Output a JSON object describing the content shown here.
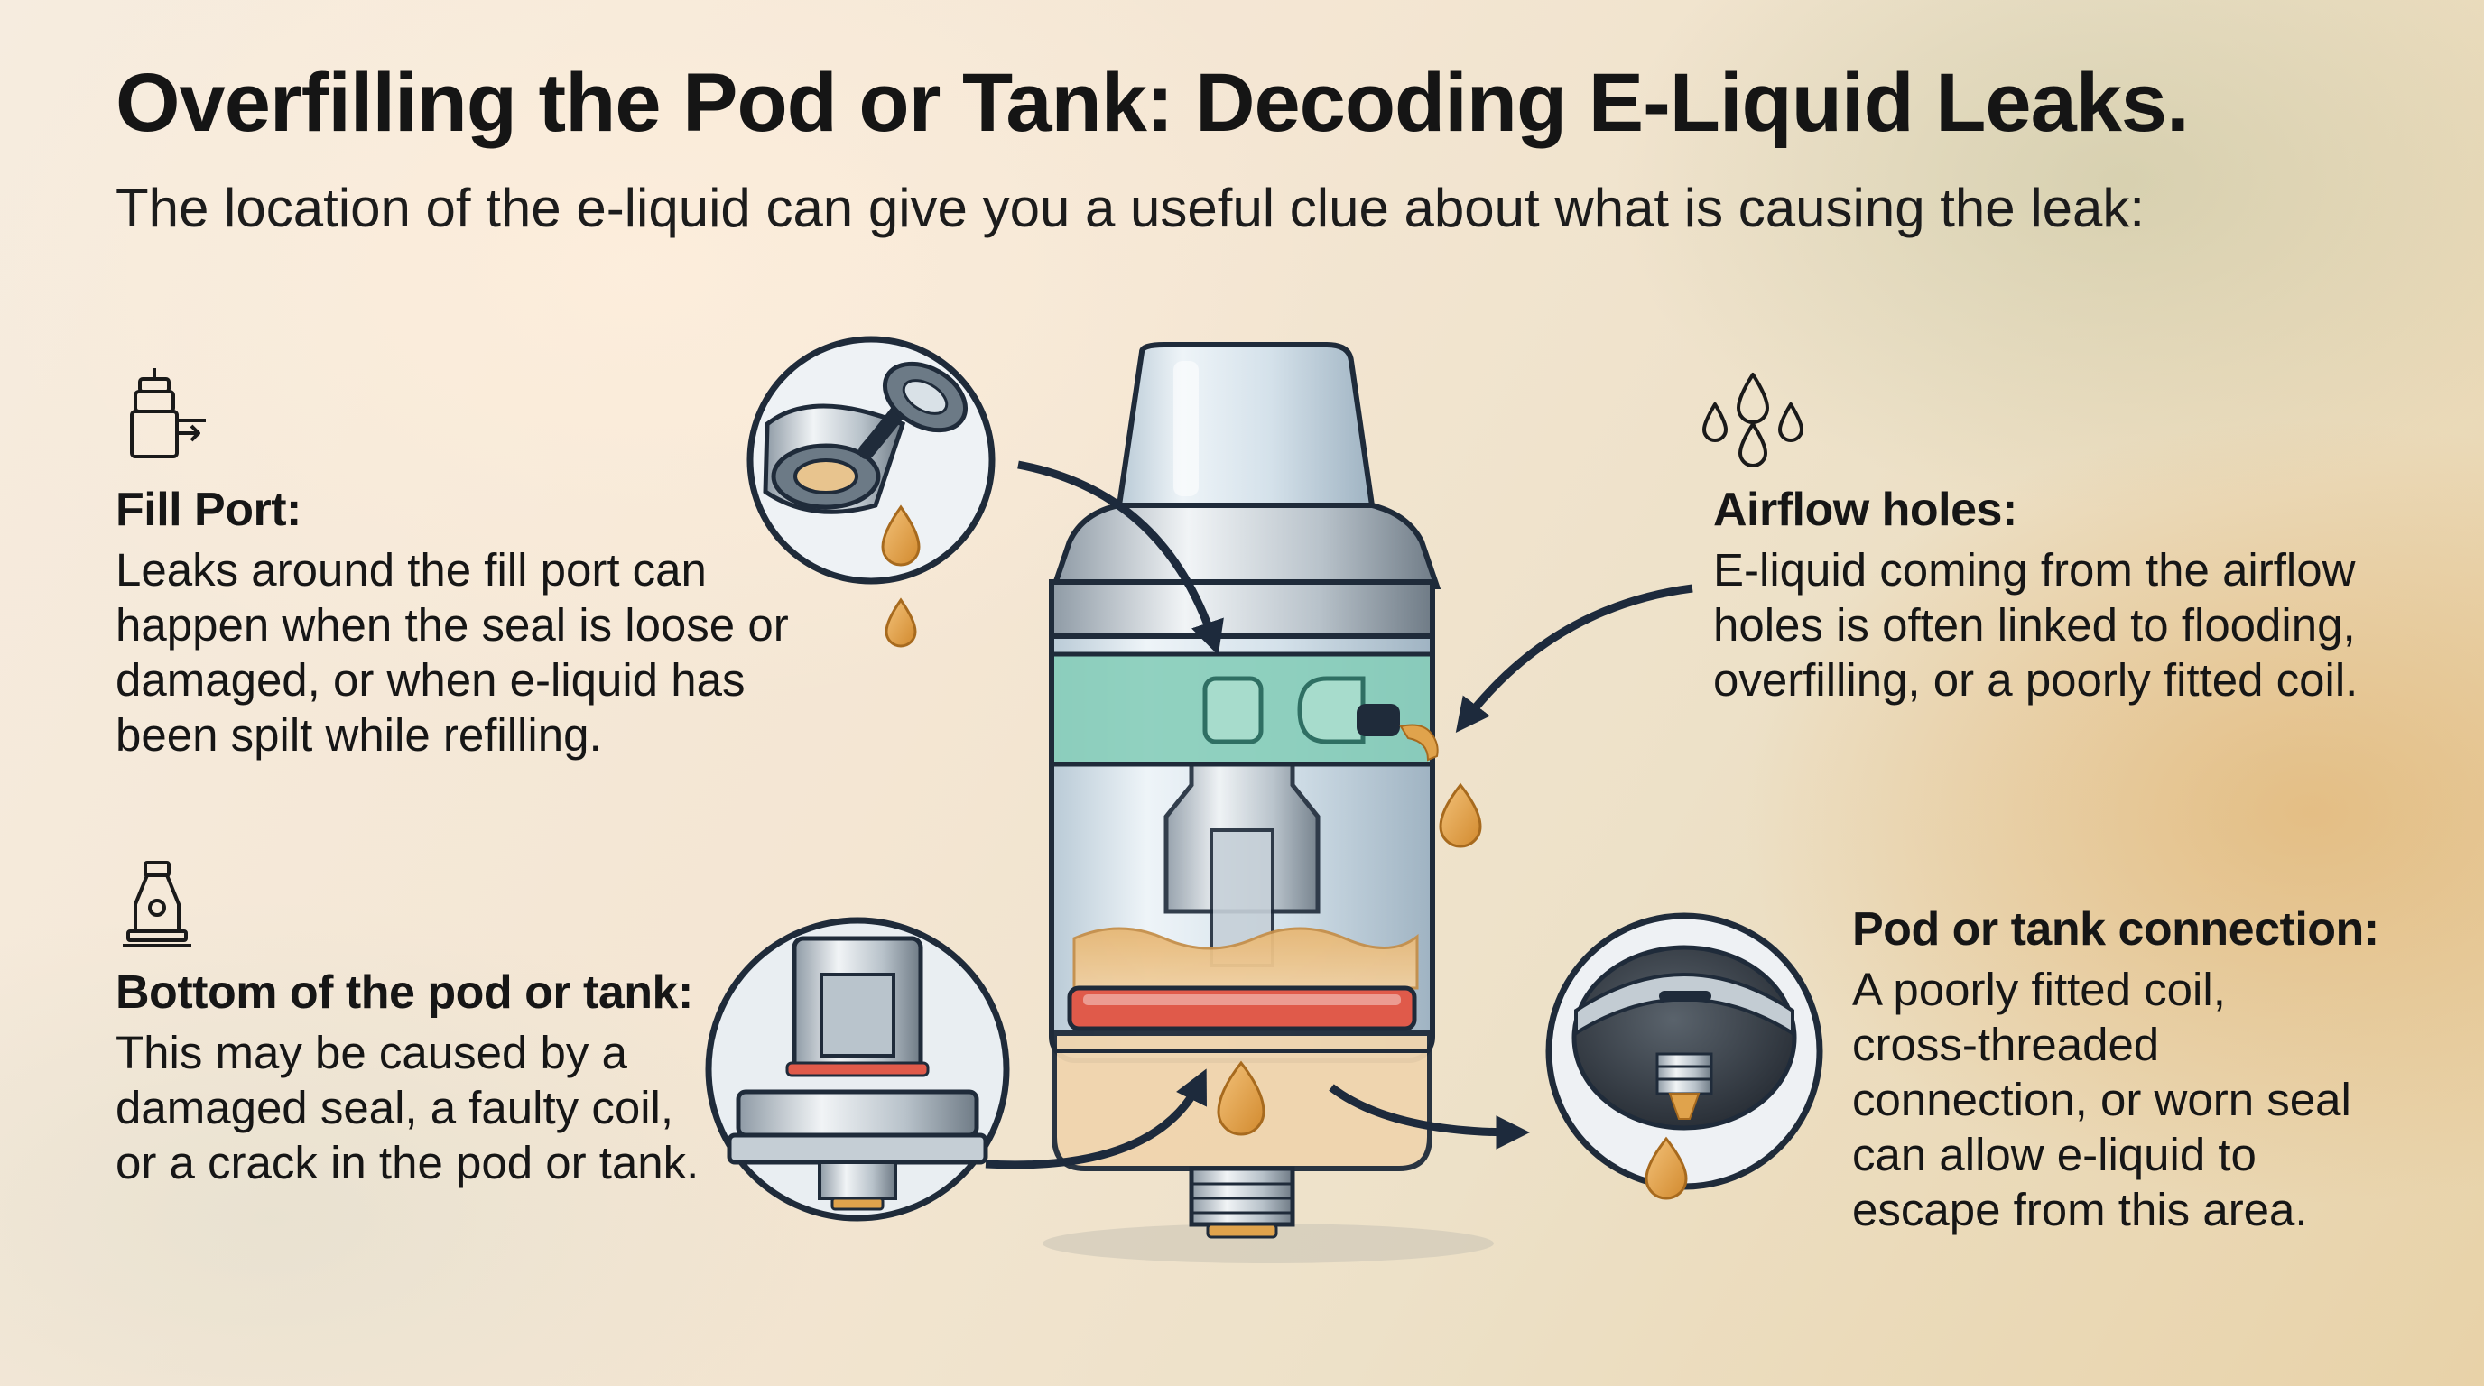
{
  "title": "Overfilling the Pod or Tank: Decoding E-Liquid Leaks.",
  "subtitle": "The location of the e-liquid can give you a useful clue about what is causing the leak:",
  "callouts": {
    "fill_port": {
      "icon": "fill-port-icon",
      "title": "Fill Port:",
      "lines": [
        "Leaks around the fill port can",
        "happen when the seal is loose or",
        "damaged, or when e-liquid has",
        "been spilt while refilling."
      ]
    },
    "bottom": {
      "icon": "pod-bottom-icon",
      "title": "Bottom of the pod or tank:",
      "lines": [
        "This may be caused by a",
        "damaged seal, a faulty coil,",
        "or a crack in the pod or tank."
      ]
    },
    "airflow": {
      "icon": "airflow-drops-icon",
      "title": "Airflow holes:",
      "lines": [
        "E-liquid coming from the airflow",
        "holes is often linked to flooding,",
        "overfilling, or a poorly fitted coil."
      ]
    },
    "connection": {
      "title": "Pod or tank connection:",
      "lines": [
        "A poorly fitted coil,",
        "cross-threaded",
        "connection, or worn seal",
        "can allow e-liquid to",
        "escape from this area."
      ]
    }
  },
  "colors": {
    "outline": "#1f2b3a",
    "glass": "#cfdde6",
    "liquid": "#e2b57a",
    "drop": "#e0a34c",
    "band": "#86cdb9",
    "seal": "#e05a4a",
    "arrow": "#1d2a3c"
  }
}
